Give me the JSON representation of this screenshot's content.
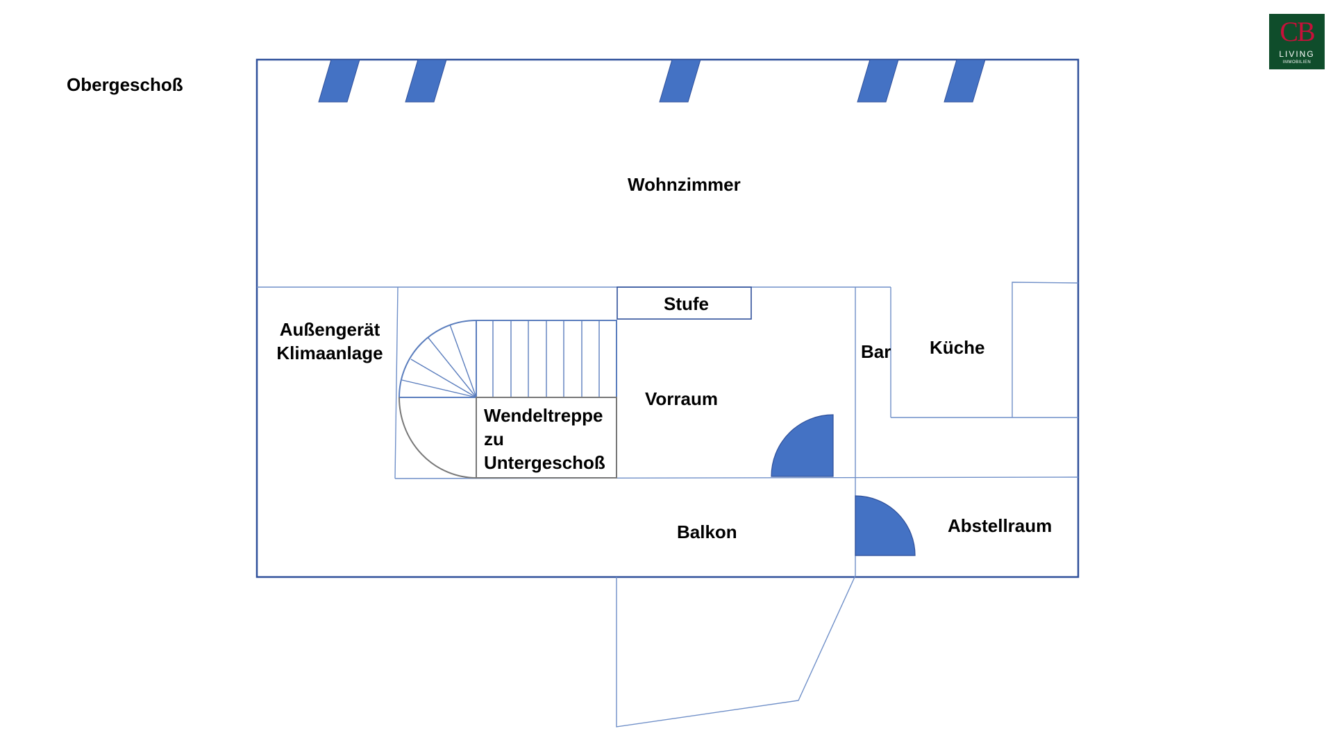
{
  "page": {
    "floor_title": "Obergeschoß"
  },
  "rooms": {
    "wohnzimmer": "Wohnzimmer",
    "aussengeraet_line1": "Außengerät",
    "aussengeraet_line2": "Klimaanlage",
    "stufe": "Stufe",
    "vorraum": "Vorraum",
    "bar": "Bar",
    "kueche": "Küche",
    "wendeltreppe_line1": "Wendeltreppe",
    "wendeltreppe_line2": "zu",
    "wendeltreppe_line3": "Untergeschoß",
    "balkon": "Balkon",
    "abstellraum": "Abstellraum"
  },
  "logo": {
    "mark": "CB",
    "line1": "LIVING",
    "line2": "IMMOBILIEN"
  },
  "colors": {
    "wall": "#2e4f9a",
    "thin_line": "#6f8fc8",
    "fill": "#4472c4",
    "stair": "#777777",
    "logo_bg": "#0f4d2b",
    "logo_mark": "#c8103a"
  }
}
